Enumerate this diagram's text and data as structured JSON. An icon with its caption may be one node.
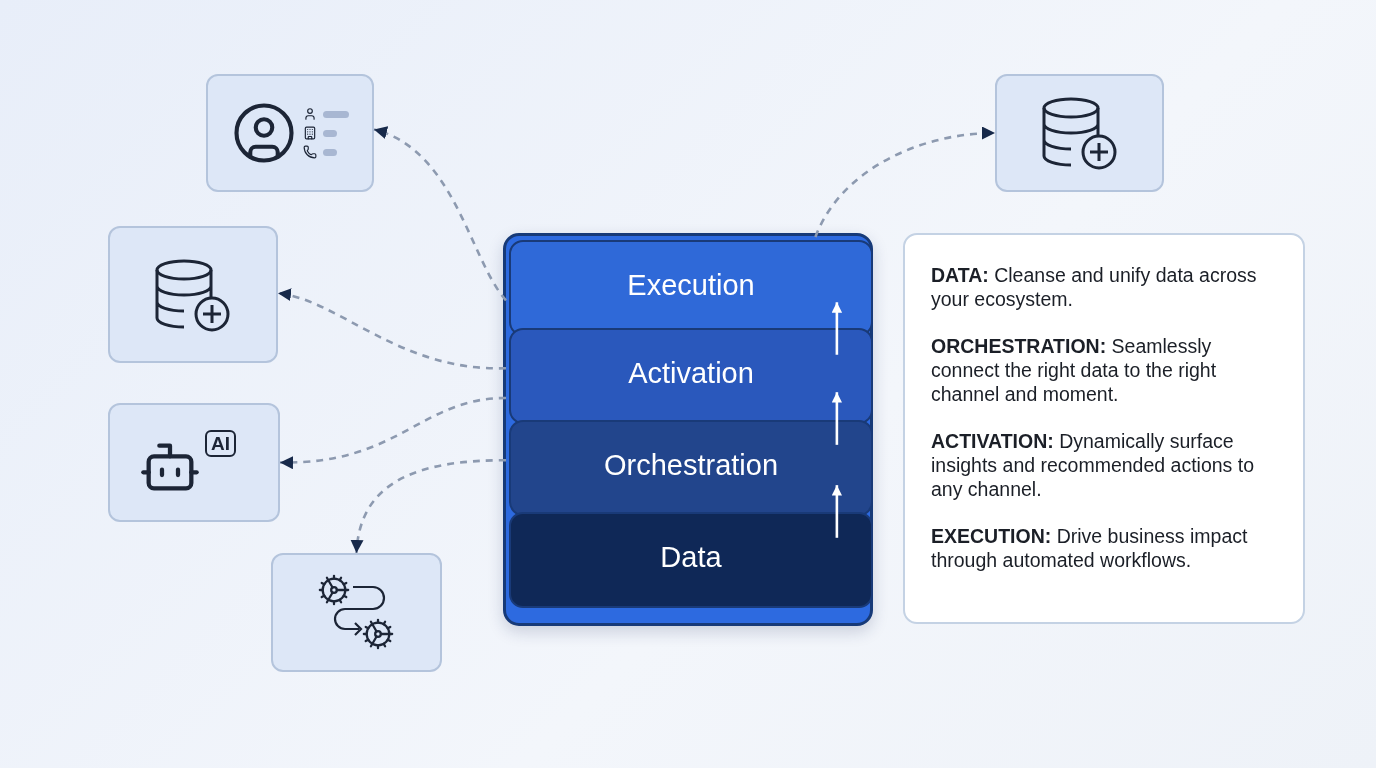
{
  "diagram": {
    "nodes": [
      {
        "text": [],
        "shape": "box"
      },
      {
        "text": [
          "Execution"
        ],
        "in": 0
      },
      {
        "text": [
          "Activation"
        ],
        "in": 0
      },
      {
        "text": [
          "Orchestration"
        ],
        "in": 0
      },
      {
        "text": [
          "Data"
        ],
        "in": 0
      },
      {
        "text": [],
        "shape": "picture"
      },
      {
        "text": [],
        "shape": "picture"
      },
      {
        "text": [
          "AI"
        ]
      },
      {
        "text": [],
        "shape": "picture"
      },
      {
        "text": [],
        "shape": "picture"
      },
      {
        "text": [
          "**DATA:** Cleanse and unify data across your ecosystem.",
          "**ORCHESTRATION:** Seamlessly connect the right data to the right channel and moment.",
          "**ACTIVATION:** Dynamically surface insights and recommended actions to any channel.",
          "**EXECUTION:** Drive business impact through automated workflows."
        ]
      }
    ],
    "edges": [
      {
        "from": 1,
        "to": 5,
        "arrow": "to",
        "style": "dashed"
      },
      {
        "from": 2,
        "to": 6,
        "arrow": "to",
        "style": "dashed"
      },
      {
        "from": 2,
        "to": 7,
        "arrow": "to",
        "style": "dashed"
      },
      {
        "from": 3,
        "to": 8,
        "arrow": "to",
        "style": "dashed"
      },
      {
        "from": 1,
        "to": 9,
        "arrow": "to",
        "style": "dashed"
      },
      {
        "from": 4,
        "to": 3,
        "arrow": "to",
        "color": "#ffffff"
      },
      {
        "from": 3,
        "to": 2,
        "arrow": "to",
        "color": "#ffffff"
      },
      {
        "from": 2,
        "to": 1,
        "arrow": "to",
        "color": "#ffffff"
      }
    ]
  }
}
